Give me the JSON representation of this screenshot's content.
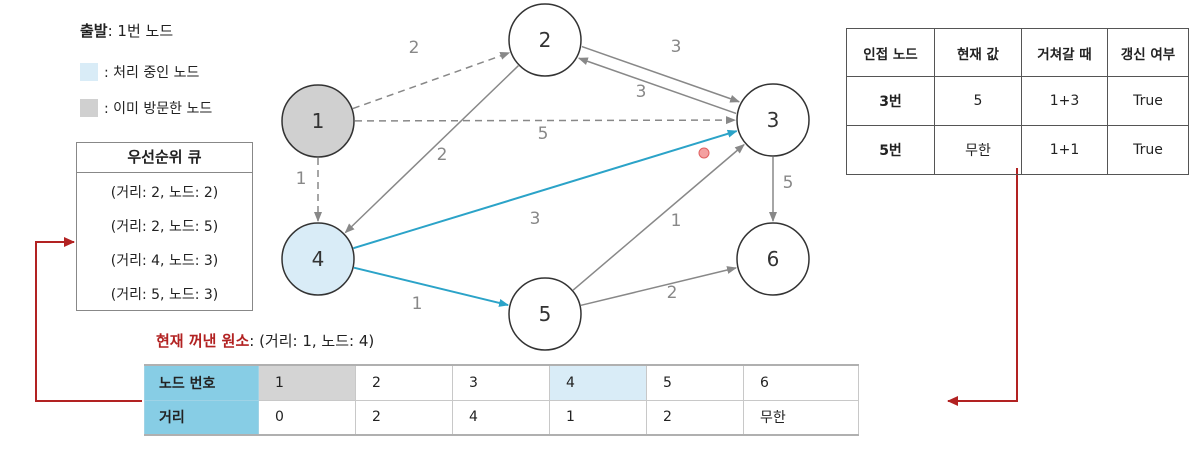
{
  "legend": {
    "start_label": "출발",
    "start_value": ": 1번 노드",
    "processing_label": ": 처리 중인 노드",
    "visited_label": ": 이미 방문한 노드",
    "colors": {
      "processing": "#d9ecf7",
      "visited": "#d0d0d0"
    }
  },
  "priority_queue": {
    "title": "우선순위 큐",
    "items": [
      "(거리: 2, 노드: 2)",
      "(거리: 2, 노드: 5)",
      "(거리: 4, 노드: 3)",
      "(거리: 5, 노드: 3)"
    ]
  },
  "graph": {
    "nodes": [
      {
        "id": "1",
        "state": "visited"
      },
      {
        "id": "2",
        "state": "normal"
      },
      {
        "id": "3",
        "state": "normal"
      },
      {
        "id": "4",
        "state": "processing"
      },
      {
        "id": "5",
        "state": "normal"
      },
      {
        "id": "6",
        "state": "normal"
      }
    ],
    "edges": [
      {
        "from": "1",
        "to": "2",
        "weight": "2",
        "style": "dashed"
      },
      {
        "from": "1",
        "to": "3",
        "weight": "5",
        "style": "dashed"
      },
      {
        "from": "1",
        "to": "4",
        "weight": "1",
        "style": "dashed"
      },
      {
        "from": "2",
        "to": "3",
        "weight": "3",
        "style": "solid"
      },
      {
        "from": "3",
        "to": "2",
        "weight": "3",
        "style": "solid"
      },
      {
        "from": "2",
        "to": "4",
        "weight": "2",
        "style": "solid"
      },
      {
        "from": "3",
        "to": "6",
        "weight": "5",
        "style": "solid"
      },
      {
        "from": "4",
        "to": "3",
        "weight": "3",
        "style": "highlight"
      },
      {
        "from": "4",
        "to": "5",
        "weight": "1",
        "style": "highlight"
      },
      {
        "from": "5",
        "to": "3",
        "weight": "1",
        "style": "solid"
      },
      {
        "from": "5",
        "to": "6",
        "weight": "2",
        "style": "solid"
      }
    ],
    "colors": {
      "highlight": "#2ba3c8",
      "edge": "#888888"
    }
  },
  "adjacency_table": {
    "headers": [
      "인접 노드",
      "현재 값",
      "거쳐갈 때",
      "갱신 여부"
    ],
    "rows": [
      [
        "3번",
        "5",
        "1+3",
        "True"
      ],
      [
        "5번",
        "무한",
        "1+1",
        "True"
      ]
    ]
  },
  "current_element": {
    "label": "현재 꺼낸 원소",
    "value": ": (거리: 1, 노드: 4)"
  },
  "distance_table": {
    "node_header": "노드 번호",
    "distance_header": "거리",
    "nodes": [
      "1",
      "2",
      "3",
      "4",
      "5",
      "6"
    ],
    "distances": [
      "0",
      "2",
      "4",
      "1",
      "2",
      "무한"
    ]
  },
  "arrow_color": "#b22222"
}
